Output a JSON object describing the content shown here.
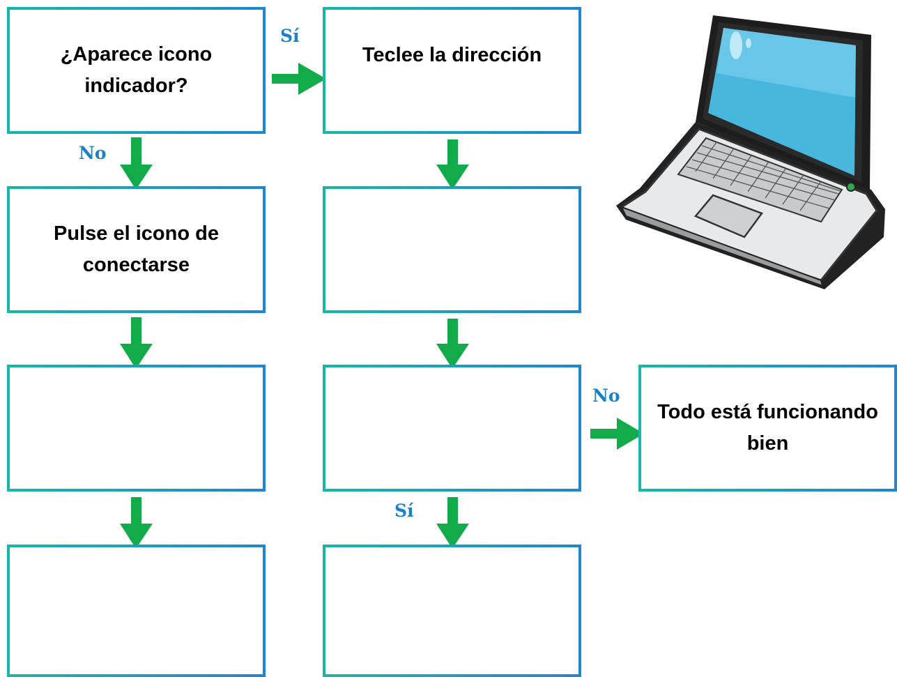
{
  "boxes": [
    {
      "id": "r1c1",
      "text": "¿Aparece icono indicador?"
    },
    {
      "id": "r1c2",
      "text": "Teclee la dirección"
    },
    {
      "id": "r2c1",
      "text": "Pulse el icono de conectarse"
    },
    {
      "id": "r2c2",
      "text": ""
    },
    {
      "id": "r3c1",
      "text": ""
    },
    {
      "id": "r3c2",
      "text": ""
    },
    {
      "id": "r3c3",
      "text": "Todo está funcionando bien"
    },
    {
      "id": "r4c1",
      "text": ""
    },
    {
      "id": "r4c2",
      "text": ""
    }
  ],
  "labels": {
    "yes_top": "Sí",
    "no_left": "No",
    "no_right": "No",
    "yes_bottom": "Sí"
  },
  "colors": {
    "arrow": "#12ab4a",
    "label": "#1a82c4",
    "box_border_start": "#15b8a8",
    "box_border_end": "#1f86d4"
  },
  "illustration": {
    "icon": "laptop-icon"
  }
}
